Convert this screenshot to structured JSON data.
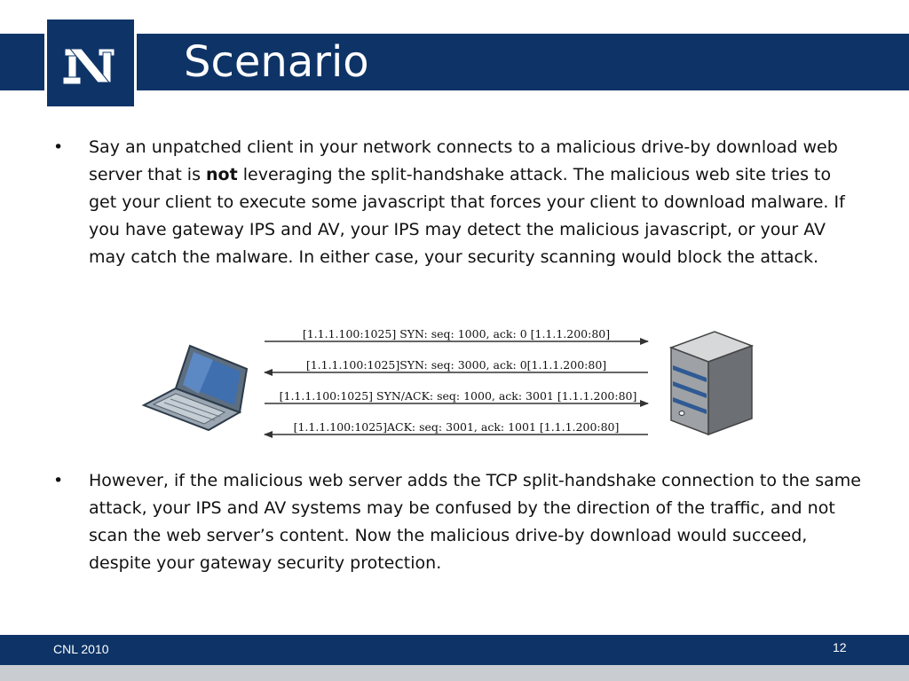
{
  "slide": {
    "title": "Scenario",
    "bullet_char": "•",
    "bullet1": {
      "before": "Say an unpatched client in your network connects to a malicious drive-by download web server that is ",
      "bold": "not",
      "after": " leveraging the split-handshake attack. The malicious web site tries to get your client to execute some javascript that forces your client to download malware. If you have gateway IPS and AV, your IPS may detect the malicious javascript, or your AV may catch the malware. In either case, your security scanning would block the attack."
    },
    "bullet2": "However, if the malicious web server adds the TCP split-handshake connection to the same attack, your IPS and AV systems may be confused by the direction of the traffic, and not scan the web server’s content. Now the malicious drive-by download would succeed, despite your gateway security protection."
  },
  "diagram": {
    "messages": [
      {
        "text": "[1.1.1.100:1025] SYN: seq: 1000, ack: 0 [1.1.1.200:80]",
        "direction": "right"
      },
      {
        "text": "[1.1.1.100:1025]SYN: seq: 3000, ack: 0[1.1.1.200:80]",
        "direction": "left"
      },
      {
        "text": "[1.1.1.100:1025] SYN/ACK: seq: 1000, ack: 3001 [1.1.1.200:80]",
        "direction": "right"
      },
      {
        "text": "[1.1.1.100:1025]ACK: seq: 3001, ack: 1001 [1.1.1.200:80]",
        "direction": "left"
      }
    ],
    "client_icon": "laptop-icon",
    "server_icon": "server-icon"
  },
  "footer": {
    "left": "CNL 2010",
    "page_number": "12"
  },
  "colors": {
    "brand": "#0e3467",
    "footer_strip": "#c9ccd0"
  }
}
